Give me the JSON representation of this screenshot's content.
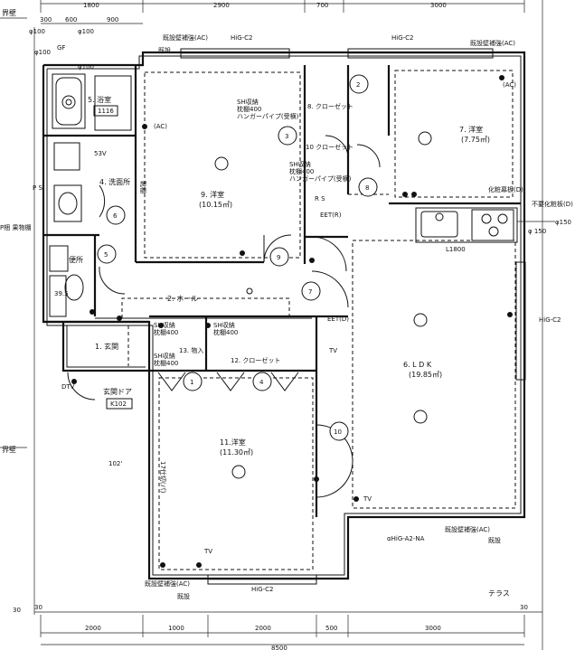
{
  "dimensions": {
    "top": [
      "1800",
      "2900",
      "700",
      "3000"
    ],
    "top_sub": [
      "300",
      "600",
      "900"
    ],
    "bottom": [
      "2000",
      "1000",
      "2000",
      "500",
      "3000"
    ],
    "bottom_row_left": "30",
    "bottom_row_right": "30",
    "left_bottom": "30",
    "bottom_total": "8500"
  },
  "boundary": {
    "top_left": "界壁",
    "left_mid": "界壁"
  },
  "rooms": {
    "bath": {
      "label": "5. 浴室",
      "unit": "1116"
    },
    "washroom": {
      "label": "4. 洗面所"
    },
    "toilet": {
      "label": "便所",
      "size": "39.5"
    },
    "hall": {
      "label": "2. ホール"
    },
    "entrance": {
      "label": "1. 玄関"
    },
    "door": {
      "label": "玄関ドア",
      "code": "K102"
    },
    "room9": {
      "label": "9. 洋室",
      "area": "(10.15㎡)"
    },
    "room7": {
      "label": "7. 洋室",
      "area": "(7.75㎡)"
    },
    "closet": {
      "label": "8. クローゼット"
    },
    "wic": {
      "label": "10 クローゼット"
    },
    "storage": {
      "label": "13. 物入"
    },
    "closet12": {
      "label": "12. クローゼット"
    },
    "ldk": {
      "label": "6. L D K",
      "area": "(19.85㎡)"
    },
    "room11": {
      "label": "11.洋室",
      "area": "(11.30㎡)"
    },
    "terrace": {
      "label": "テラス"
    }
  },
  "notes": {
    "storage_a": [
      "SH収納",
      "枕棚400",
      "ハンガーパイプ(受横)"
    ],
    "storage_b": [
      "SH収納",
      "枕棚400",
      "ハンガーパイプ(受横)"
    ],
    "storage_c": [
      "SH収納",
      "枕棚400"
    ],
    "storage_d": [
      "SH収納",
      "枕棚400"
    ],
    "storage_e": [
      "SH収納",
      "枕棚400"
    ],
    "wall_ac_1": "既設壁補強(AC)",
    "wall_ac_2": "既設壁補強(AC)",
    "wall_ac_3": "既設壁補強(AC)",
    "wall_ac_4": "既設壁補強(AC)",
    "existing_1": "既設",
    "existing_2": "既設",
    "existing_3": "既設",
    "window_hig_top1": "HiG-C2",
    "window_hig_top2": "HiG-C2",
    "window_hig_right": "HiG-C2",
    "window_hig_bottom": "HiG-C2",
    "window_higa2": "αHiG-A2-NA",
    "kitchen_len": "L1800",
    "unused_duct": "不要化粧板(D)",
    "phi150": "φ150",
    "phi150b": "φ 150",
    "phi100": [
      "φ100",
      "φ100",
      "φ100",
      "φ100"
    ],
    "gf": "GF",
    "s5v": "53V",
    "rs": "R S",
    "eet": "EET(R)",
    "eet2": "EET(D)",
    "ps": "P S",
    "ps_label": "P梱\n果物棚",
    "shoe": "靴棚",
    "sign_wall": "化粧幕板(D)",
    "floor_102": "102'",
    "partition": "17仕切(パ)",
    "tv": "TV",
    "ac": "(AC)",
    "dtv": "DTV"
  },
  "circles": [
    "1",
    "2",
    "3",
    "4",
    "5",
    "6",
    "7",
    "8",
    "9",
    "10"
  ]
}
